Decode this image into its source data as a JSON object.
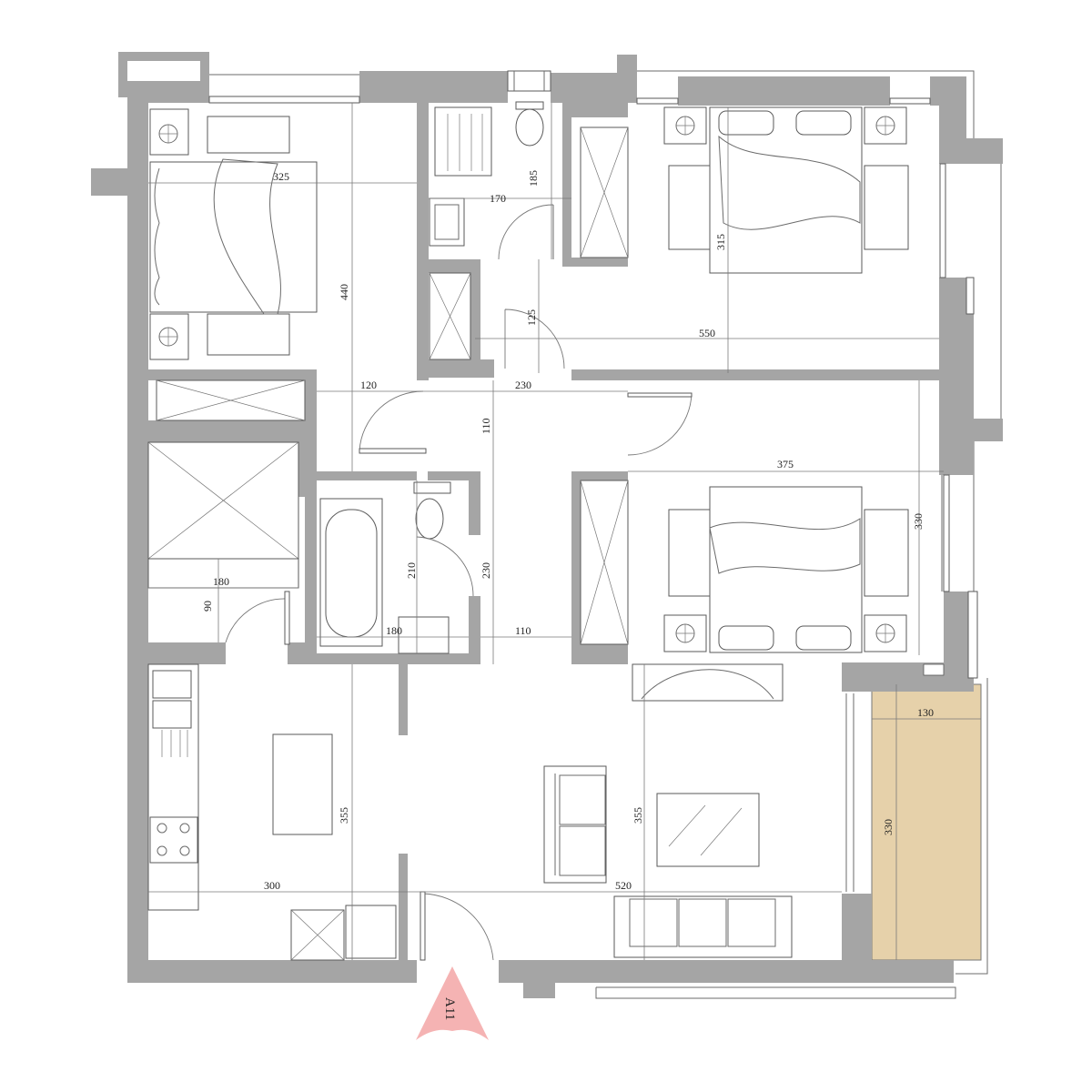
{
  "plan": {
    "colors": {
      "wall": "#a5a5a5",
      "balcony": "#e6d1aa",
      "north_arrow": "#f5b3b3"
    },
    "dimensions": {
      "bedroom_nw_width": "325",
      "bedroom_nw_depth": "440",
      "bath_top_width": "170",
      "bath_top_depth": "185",
      "master_wardrobe_depth": "315",
      "corridor_short": "125",
      "master_width": "550",
      "hall_left": "120",
      "hall_top": "230",
      "hall_depth": "110",
      "bedroom_se_width": "375",
      "bedroom_se_depth": "330",
      "study_width": "180",
      "study_depth": "90",
      "bath_mid_depth": "210",
      "bath_mid_width": "180",
      "corridor_mid": "230",
      "corridor_low": "110",
      "balcony_width": "130",
      "balcony_depth": "330",
      "kitchen_depth": "355",
      "kitchen_width": "300",
      "living_depth": "355",
      "living_width": "520"
    },
    "north_label": "A11"
  }
}
